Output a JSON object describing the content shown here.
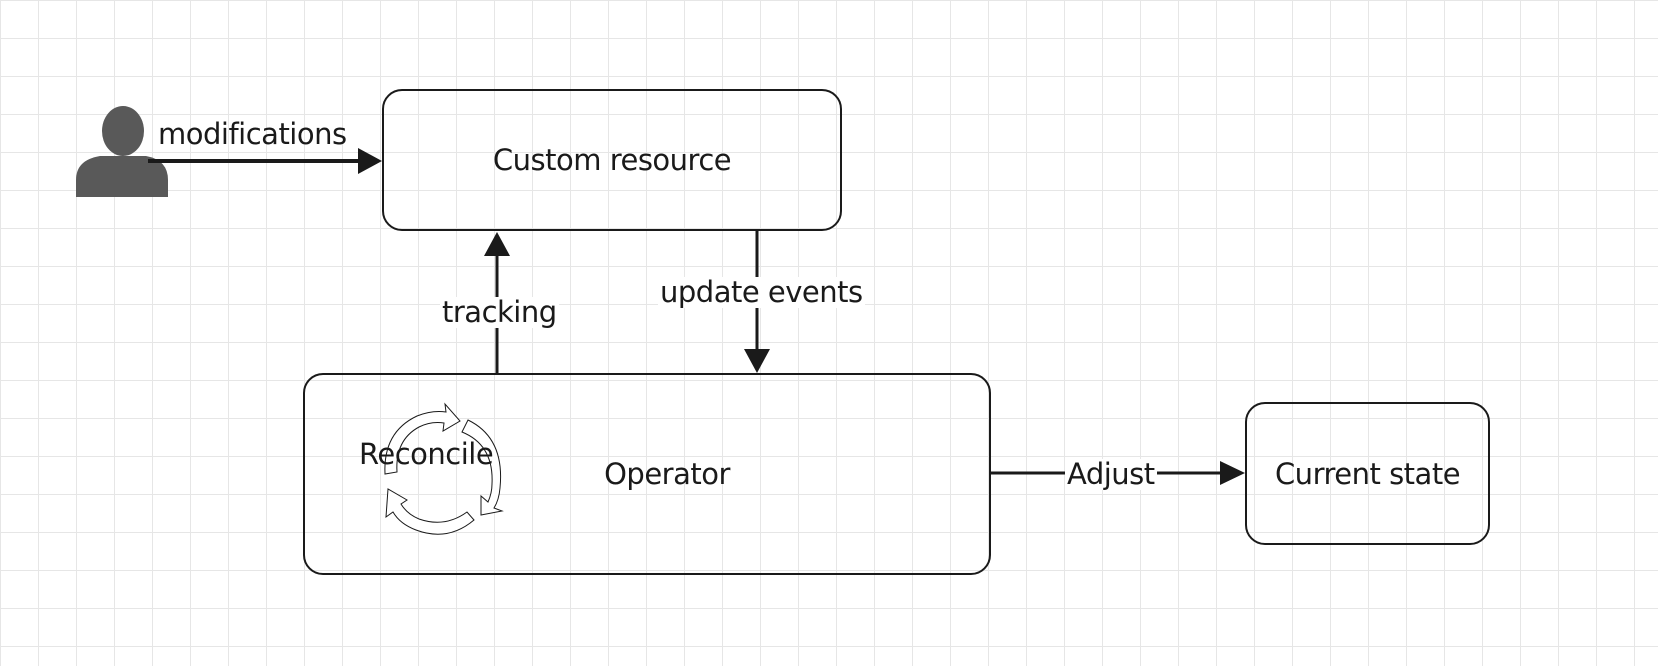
{
  "diagram": {
    "nodes": {
      "custom_resource": "Custom resource",
      "operator": "Operator",
      "current_state": "Current state",
      "reconcile": "Reconcile"
    },
    "edges": {
      "modifications": "modifications",
      "tracking": "tracking",
      "update_events": "update events",
      "adjust": "Adjust"
    },
    "icons": {
      "user": "user-icon",
      "cycle": "cycle-arrows-icon"
    },
    "colors": {
      "stroke": "#1a1a1a",
      "user_fill": "#595959",
      "grid": "#e6e6e6"
    }
  }
}
